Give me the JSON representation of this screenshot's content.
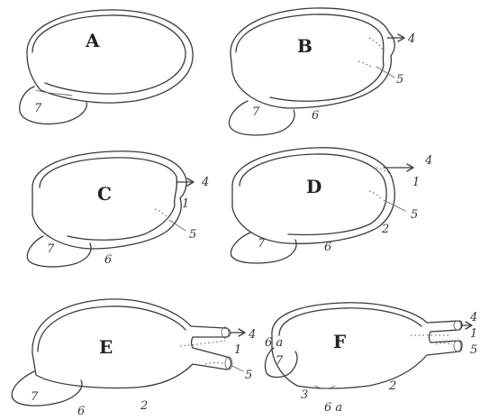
{
  "panels": [
    {
      "letter": "A",
      "labels": {
        "tongue": "7"
      }
    },
    {
      "letter": "B",
      "labels": {
        "arrow": "4",
        "opening": "5",
        "base": "6",
        "tongue": "7"
      }
    },
    {
      "letter": "C",
      "labels": {
        "arrow": "4",
        "one": "1",
        "opening": "5",
        "base": "6",
        "tongue": "7"
      }
    },
    {
      "letter": "D",
      "labels": {
        "arrow": "4",
        "one": "1",
        "opening": "5",
        "two": "2",
        "base": "6",
        "tongue": "7"
      }
    },
    {
      "letter": "E",
      "labels": {
        "arrow": "4",
        "one": "1",
        "opening": "5",
        "two": "2",
        "base": "6",
        "tongue": "7"
      }
    },
    {
      "letter": "F",
      "labels": {
        "arrow": "4",
        "one": "1",
        "opening": "5",
        "two": "2",
        "three": "3",
        "sixa": "6 a",
        "sixa_left": "6 a",
        "tongue": "7"
      }
    }
  ]
}
